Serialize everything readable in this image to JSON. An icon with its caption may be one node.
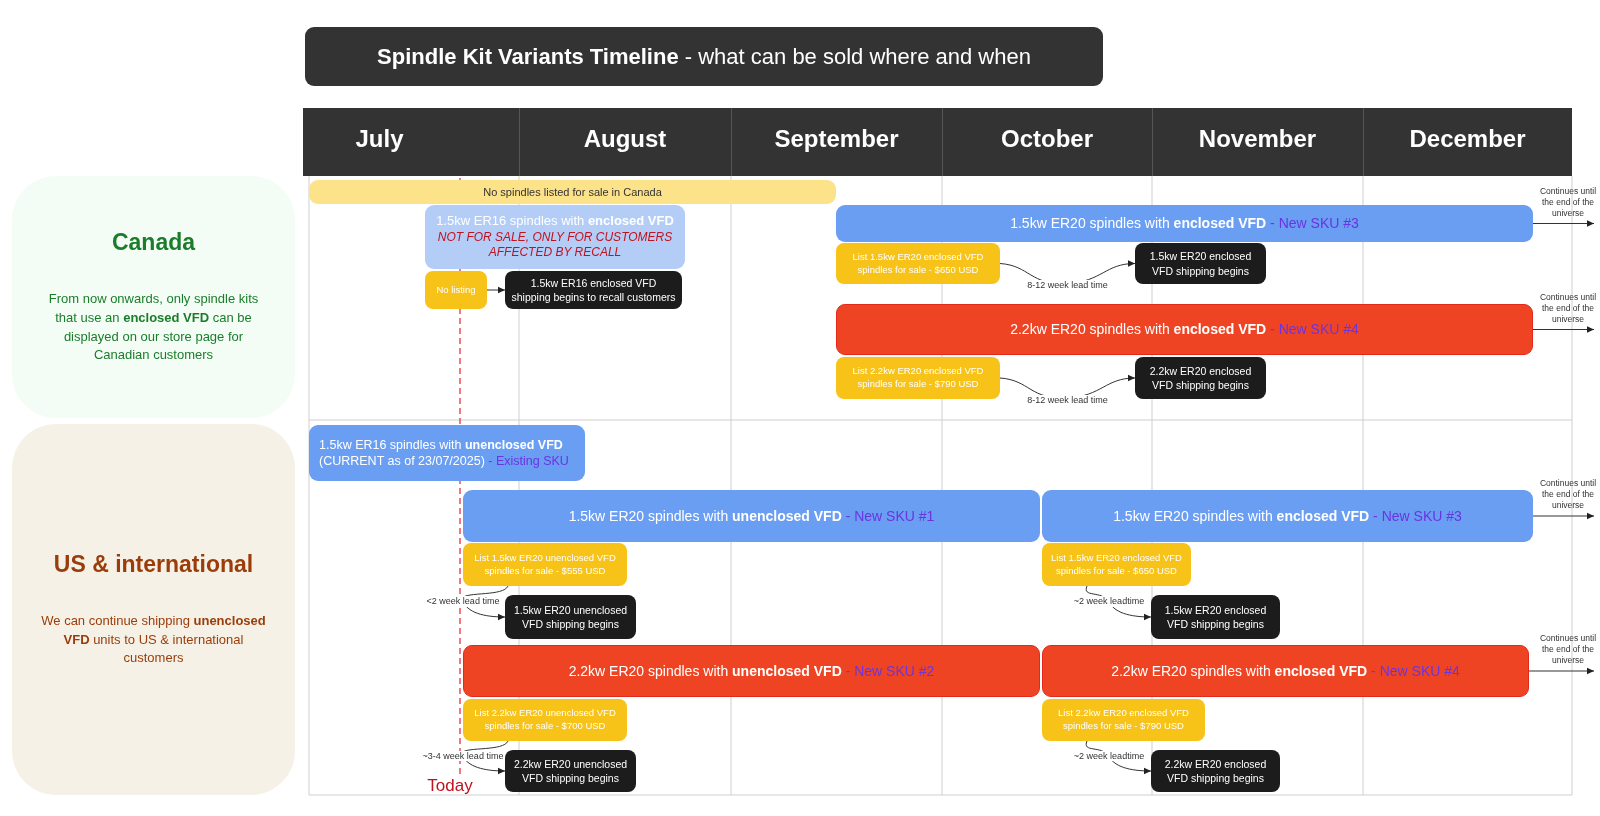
{
  "diagram": {
    "title": "**Spindle Kit Variants Timeline** - what can be sold where and when",
    "nodes": [
      {
        "text": [
          "Canada",
          "From now onwards, only spindle kits that use an **enclosed VFD** can be displayed on our store page for Canadian customers"
        ]
      },
      {
        "text": [
          "US & international",
          "We can continue shipping **unenclosed VFD** units to US & international customers"
        ]
      },
      {
        "text": [
          "No spindles listed for sale in Canada"
        ]
      },
      {
        "text": [
          "1.5kw ER16 spindles with **enclosed VFD**",
          "NOT FOR SALE, ONLY FOR CUSTOMERS AFFECTED BY RECALL"
        ]
      },
      {
        "text": [
          "No listing"
        ]
      },
      {
        "text": [
          "1.5kw ER16 enclosed VFD shipping begins to recall customers"
        ]
      },
      {
        "text": [
          "1.5kw ER20 spindles with **enclosed VFD**",
          "- New SKU #3"
        ]
      },
      {
        "text": [
          "List 1.5kw ER20 enclosed VFD spindles for sale - $650 USD"
        ]
      },
      {
        "text": [
          "1.5kw ER20 enclosed VFD shipping begins"
        ]
      },
      {
        "text": [
          "2.2kw ER20 spindles with **enclosed VFD**",
          "- New SKU #4"
        ]
      },
      {
        "text": [
          "List 2.2kw ER20 enclosed VFD spindles for sale - $790 USD"
        ]
      },
      {
        "text": [
          "2.2kw ER20 enclosed VFD shipping begins"
        ]
      },
      {
        "text": [
          "1.5kw ER16 spindles with **unenclosed VFD** (CURRENT as of 23/07/2025)",
          "- Existing SKU"
        ]
      },
      {
        "text": [
          "1.5kw ER20 spindles with **unenclosed VFD**",
          "- New SKU #1"
        ]
      },
      {
        "text": [
          "1.5kw ER20 spindles with **enclosed VFD**",
          "- New SKU #3"
        ]
      },
      {
        "text": [
          "List 1.5kw ER20 unenclosed VFD spindles for sale - $555 USD"
        ]
      },
      {
        "text": [
          "1.5kw ER20 unenclosed VFD shipping begins"
        ]
      },
      {
        "text": [
          "List 1.5kw ER20 enclosed VFD spindles for sale - $650 USD"
        ]
      },
      {
        "text": [
          "1.5kw ER20 enclosed VFD shipping begins"
        ]
      },
      {
        "text": [
          "2.2kw ER20 spindles with **unenclosed VFD**",
          "- New SKU #2"
        ]
      },
      {
        "text": [
          "2.2kw ER20 spindles with **enclosed VFD**",
          "- New SKU #4"
        ]
      },
      {
        "text": [
          "List 2.2kw ER20 unenclosed VFD spindles for sale - $700 USD"
        ]
      },
      {
        "text": [
          "2.2kw ER20 unenclosed VFD shipping begins"
        ]
      },
      {
        "text": [
          "List 2.2kw ER20 enclosed VFD spindles for sale - $790 USD"
        ]
      },
      {
        "text": [
          "2.2kw ER20 enclosed VFD shipping begins"
        ]
      }
    ],
    "edges": [
      {
        "from": 4,
        "to": 5,
        "arrow": "to"
      },
      {
        "from": 6,
        "to": null,
        "arrow": "to",
        "label": "Continues until the end of the universe"
      },
      {
        "from": 7,
        "to": 8,
        "arrow": "to",
        "label": "8-12 week lead time"
      },
      {
        "from": 9,
        "to": null,
        "arrow": "to",
        "label": "Continues until the end of the universe"
      },
      {
        "from": 10,
        "to": 11,
        "arrow": "to",
        "label": "8-12 week lead time"
      },
      {
        "from": 14,
        "to": null,
        "arrow": "to",
        "label": "Continues until the end of the universe"
      },
      {
        "from": 15,
        "to": 16,
        "arrow": "to",
        "label": "<2 week lead time"
      },
      {
        "from": 17,
        "to": 18,
        "arrow": "to",
        "label": "~2 week leadtime"
      },
      {
        "from": 20,
        "to": null,
        "arrow": "to",
        "label": "Continues until the end of the universe"
      },
      {
        "from": 21,
        "to": 22,
        "arrow": "to",
        "label": "~3-4 week lead time"
      },
      {
        "from": 23,
        "to": 24,
        "arrow": "to",
        "label": "~2 week leadtime"
      }
    ],
    "labels": [
      "July",
      "August",
      "September",
      "October",
      "November",
      "December",
      "Today"
    ]
  }
}
